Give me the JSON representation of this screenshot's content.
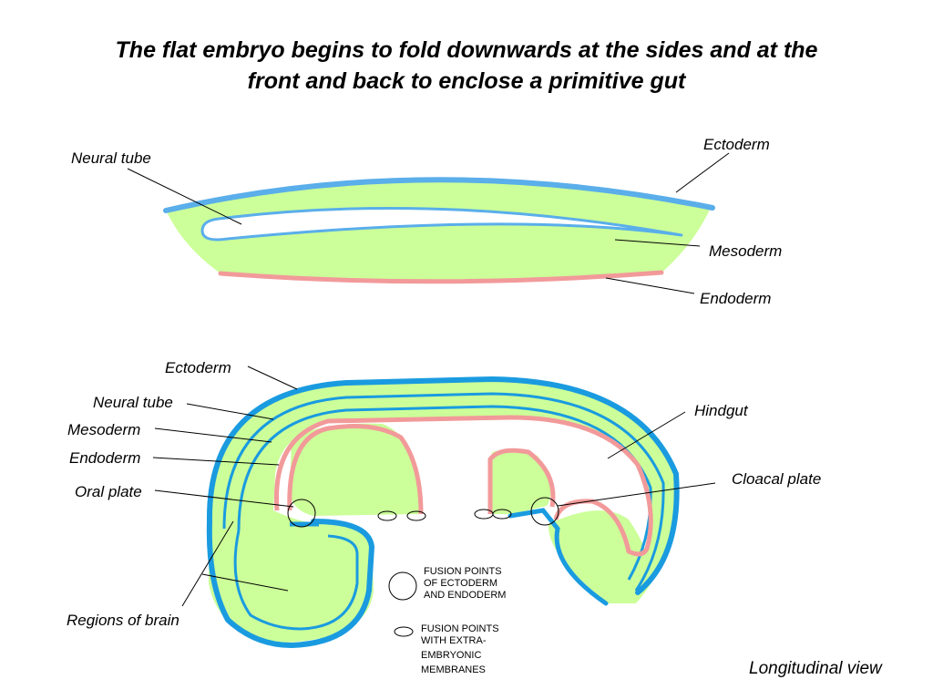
{
  "title": {
    "line1": "The flat embryo begins to fold downwards at the sides and at the",
    "line2": "front and back to enclose a primitive gut"
  },
  "top_diagram": {
    "labels": {
      "neural_tube": "Neural tube",
      "ectoderm": "Ectoderm",
      "mesoderm": "Mesoderm",
      "endoderm": "Endoderm"
    }
  },
  "bottom_diagram": {
    "labels": {
      "ectoderm": "Ectoderm",
      "neural_tube": "Neural tube",
      "mesoderm": "Mesoderm",
      "endoderm": "Endoderm",
      "oral_plate": "Oral plate",
      "regions_of_brain": "Regions of brain",
      "hindgut": "Hindgut",
      "cloacal_plate": "Cloacal plate"
    },
    "legend": {
      "fusion_ecto_endo": [
        "FUSION POINTS",
        "OF ECTODERM",
        "AND ENDODERM"
      ],
      "fusion_extra": [
        "FUSION POINTS",
        "WITH EXTRA-",
        "EMBRYONIC",
        "MEMBRANES"
      ]
    },
    "caption": "Longitudinal view"
  },
  "colors": {
    "ectoderm": "#1a9be0",
    "ectoderm_light": "#5aaeea",
    "mesoderm": "#ccff99",
    "endoderm": "#f29a9a"
  }
}
